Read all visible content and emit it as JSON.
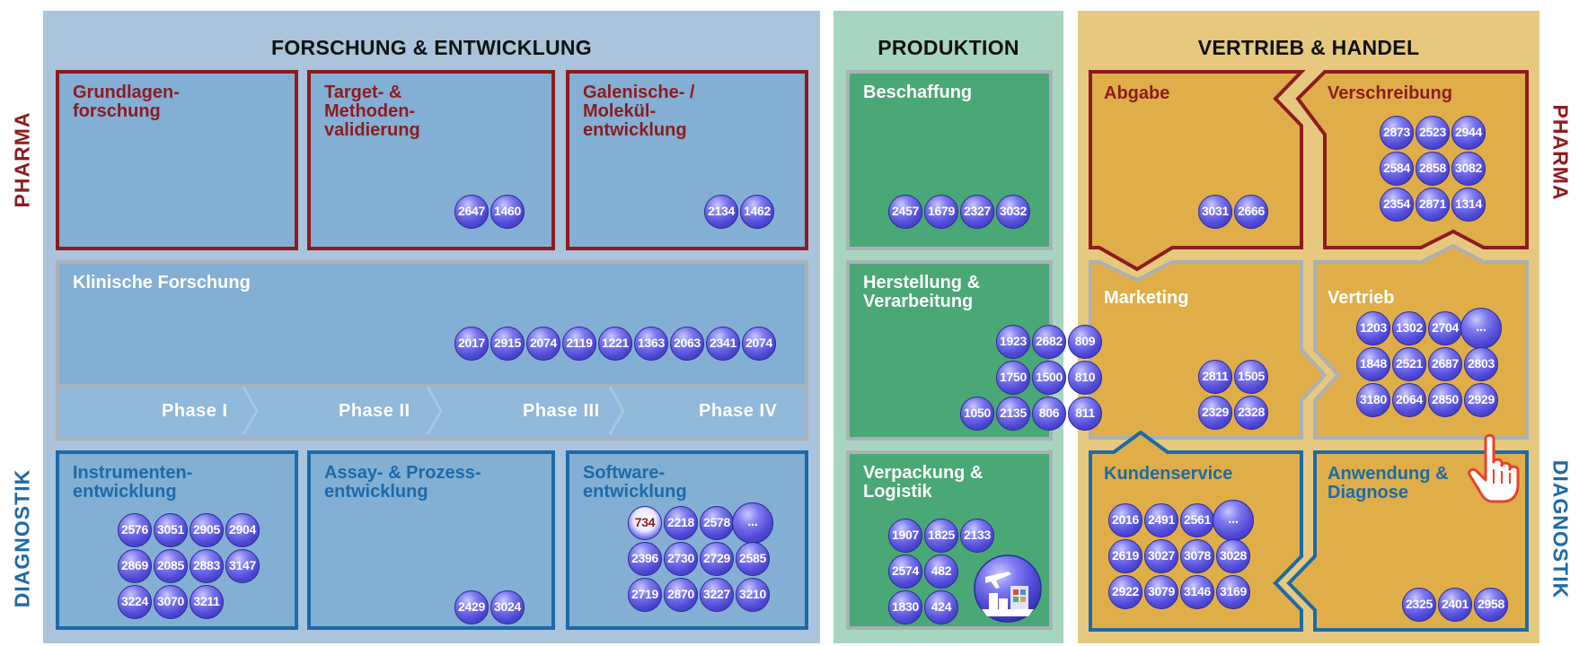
{
  "sections": {
    "fe": "FORSCHUNG & ENTWICKLUNG",
    "produktion": "PRODUKTION",
    "vertrieb": "VERTRIEB & HANDEL"
  },
  "side_labels": {
    "pharma_left": "PHARMA",
    "diagnostik_left": "DIAGNOSTIK",
    "pharma_right": "PHARMA",
    "diagnostik_right": "DIAGNOSTIK"
  },
  "boxes": {
    "grundlagen": {
      "title": "Grundlagen-\nforschung",
      "ids": []
    },
    "target": {
      "title": "Target- &\nMethoden-\nvalidierung",
      "ids": [
        "2647",
        "1460"
      ]
    },
    "galenik": {
      "title": "Galenische- /\nMolekül-\nentwicklung",
      "ids": [
        "2134",
        "1462"
      ]
    },
    "klinische": {
      "title": "Klinische Forschung",
      "ids": [
        "2017",
        "2915",
        "2074",
        "2119",
        "1221",
        "1363",
        "2063",
        "2341",
        "2074"
      ]
    },
    "instrumente": {
      "title": "Instrumenten-\nentwicklung",
      "ids": [
        "2576",
        "3051",
        "2905",
        "2904",
        "2869",
        "2085",
        "2883",
        "3147",
        "3224",
        "3070",
        "3211"
      ]
    },
    "assay": {
      "title": "Assay- & Prozess-\nentwicklung",
      "ids": [
        "2429",
        "3024"
      ]
    },
    "software": {
      "title": "Software-\nentwicklung",
      "ids": [
        "734",
        "2218",
        "2578",
        "...",
        "2396",
        "2730",
        "2729",
        "2585",
        "2719",
        "2870",
        "3227",
        "3210"
      ]
    },
    "beschaffung": {
      "title": "Beschaffung",
      "ids": [
        "2457",
        "1679",
        "2327",
        "3032"
      ]
    },
    "herstellung": {
      "title": "Herstellung &\nVerarbeitung",
      "ids": [
        "1923",
        "2682",
        "809",
        "1750",
        "1500",
        "810",
        "1050",
        "2135",
        "806",
        "811"
      ]
    },
    "verpackung": {
      "title": "Verpackung &\nLogistik",
      "ids": [
        "1907",
        "1825",
        "2133",
        "2574",
        "482",
        "1830",
        "424"
      ]
    },
    "abgabe": {
      "title": "Abgabe",
      "ids": [
        "3031",
        "2666"
      ]
    },
    "verschreibung": {
      "title": "Verschreibung",
      "ids": [
        "2873",
        "2523",
        "2944",
        "2584",
        "2858",
        "3082",
        "2354",
        "2871",
        "1314"
      ]
    },
    "marketing": {
      "title": "Marketing",
      "ids": [
        "2811",
        "1505",
        "2329",
        "2328"
      ]
    },
    "vertrieb": {
      "title": "Vertrieb",
      "ids": [
        "1203",
        "1302",
        "2704",
        "...",
        "1848",
        "2521",
        "2687",
        "2803",
        "3180",
        "2064",
        "2850",
        "2929"
      ]
    },
    "kundenservice": {
      "title": "Kundenservice",
      "ids": [
        "2016",
        "2491",
        "2561",
        "...",
        "2619",
        "3027",
        "3078",
        "3028",
        "2922",
        "3079",
        "3146",
        "3169"
      ]
    },
    "anwendung": {
      "title": "Anwendung &\nDiagnose",
      "ids": [
        "2325",
        "2401",
        "2958"
      ]
    }
  },
  "phases": [
    "Phase I",
    "Phase II",
    "Phase III",
    "Phase IV"
  ],
  "colors": {
    "fe_bg": "#a9c4dc",
    "box_blue": "#82afd3",
    "prod_bg": "#a6d6c0",
    "box_green": "#4aa776",
    "vertrieb_bg": "#e6c97f",
    "box_gold": "#dfae48",
    "pharma_red": "#8e1b1f",
    "diag_blue": "#1d6aa8"
  }
}
